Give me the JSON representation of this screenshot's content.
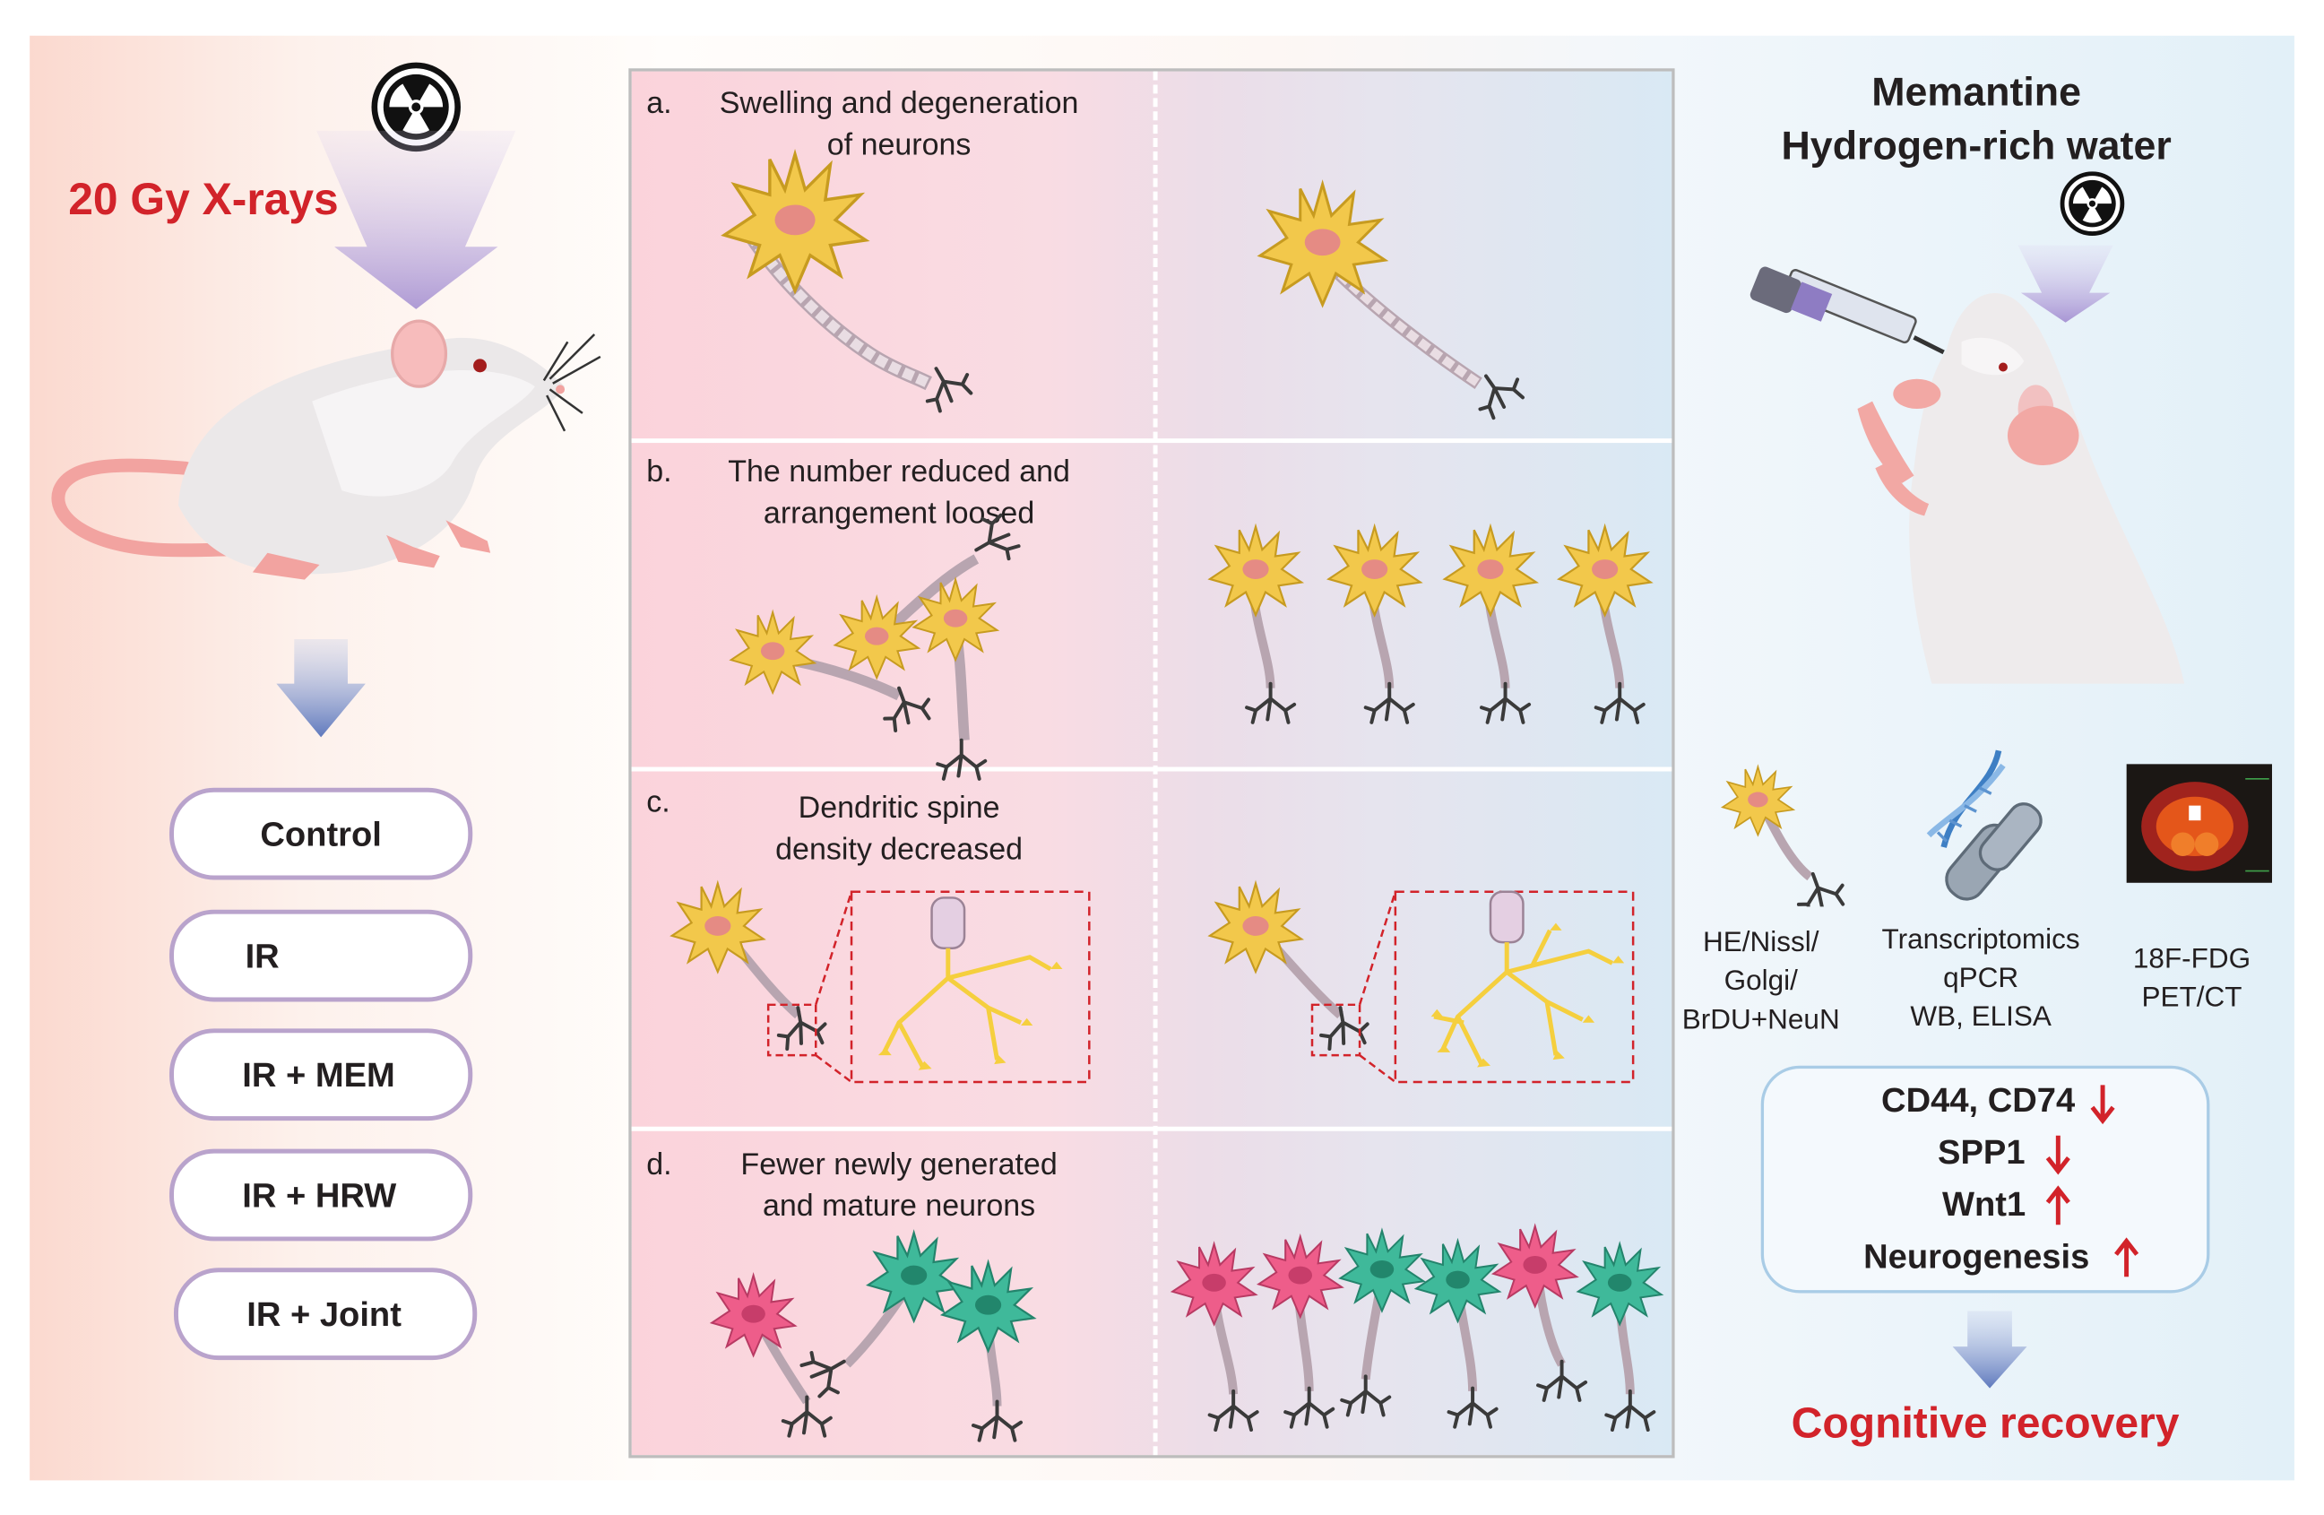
{
  "left_panel": {
    "title": "20 Gy X-rays",
    "radiation_icon": "radiation-hazard-icon",
    "groups": [
      "Control",
      "IR",
      "IR + MEM",
      "IR + HRW",
      "IR + Joint"
    ]
  },
  "center_panel": {
    "panels": [
      {
        "letter": "a.",
        "line1": "Swelling and degeneration",
        "line2": "of neurons"
      },
      {
        "letter": "b.",
        "line1": "The number reduced and",
        "line2": "arrangement loosed"
      },
      {
        "letter": "c.",
        "line1": "Dendritic spine",
        "line2": "density decreased"
      },
      {
        "letter": "d.",
        "line1": "Fewer newly generated",
        "line2": "and mature neurons"
      }
    ]
  },
  "right_panel": {
    "title_line1": "Memantine",
    "title_line2": "Hydrogen-rich water",
    "methods": [
      {
        "lines": [
          "HE/Nissl/",
          "Golgi/",
          "BrDU+NeuN"
        ],
        "icon": "neuron-icon"
      },
      {
        "lines": [
          "Transcriptomics",
          "qPCR",
          "WB, ELISA"
        ],
        "icon": "dna-chromosome-icon"
      },
      {
        "lines": [
          "18F-FDG",
          "PET/CT"
        ],
        "icon": "pet-ct-scan-icon"
      }
    ],
    "markers": [
      {
        "label": "CD44, CD74",
        "direction": "down"
      },
      {
        "label": "SPP1",
        "direction": "down"
      },
      {
        "label": "Wnt1",
        "direction": "up"
      },
      {
        "label": "Neurogenesis",
        "direction": "up"
      }
    ],
    "outcome": "Cognitive recovery"
  },
  "colors": {
    "title_red": "#d2232a",
    "neuron_yellow": "#f2c84b",
    "neuron_pink": "#ee5d8a",
    "neuron_green": "#3fb99a",
    "group_border": "#b9a3cc",
    "arrow_blue": "#6f86c4",
    "arrow_purple": "#a991cf"
  }
}
